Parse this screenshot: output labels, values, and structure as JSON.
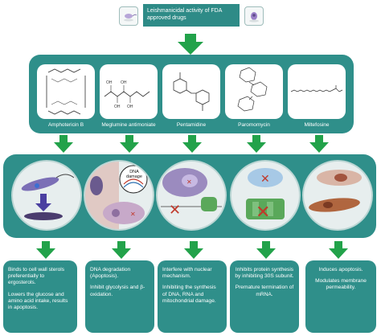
{
  "header": {
    "title": "Leishmanicidal activity of FDA approved drugs"
  },
  "drugs": [
    {
      "name": "Amphotericin B"
    },
    {
      "name": "Meglumine antimoniate"
    },
    {
      "name": "Pentamidine"
    },
    {
      "name": "Paromomycin"
    },
    {
      "name": "Miltefosine"
    }
  ],
  "mechanisms": {
    "dna_damage_label": "DNA damage"
  },
  "effects": [
    {
      "lines": [
        "Binds to cell wall sterols preferentially to ergosterols.",
        "Lowers the glucose and amino acid intake, results in apoptosis."
      ]
    },
    {
      "lines": [
        "DNA degradation (Apoptosis).",
        "Inhibit glycolysis and β-oxidation."
      ]
    },
    {
      "lines": [
        "Interfere with nuclear mechanism.",
        "Inhibiting the synthesis of DNA, RNA and mitochondrial damage."
      ]
    },
    {
      "lines": [
        "Inhibits protein synthesis by inhibiting 30S subunit.",
        "Premature termination of mRNA."
      ]
    },
    {
      "lines": [
        "Induces apoptosis.",
        "Modulates membrane permeability."
      ]
    }
  ],
  "colors": {
    "teal": "#2f8f8a",
    "arrow_green": "#22a24a",
    "inhibit_red": "#c0392b"
  },
  "icons": [
    "parasite-promastigote-icon",
    "parasite-amastigote-icon"
  ]
}
